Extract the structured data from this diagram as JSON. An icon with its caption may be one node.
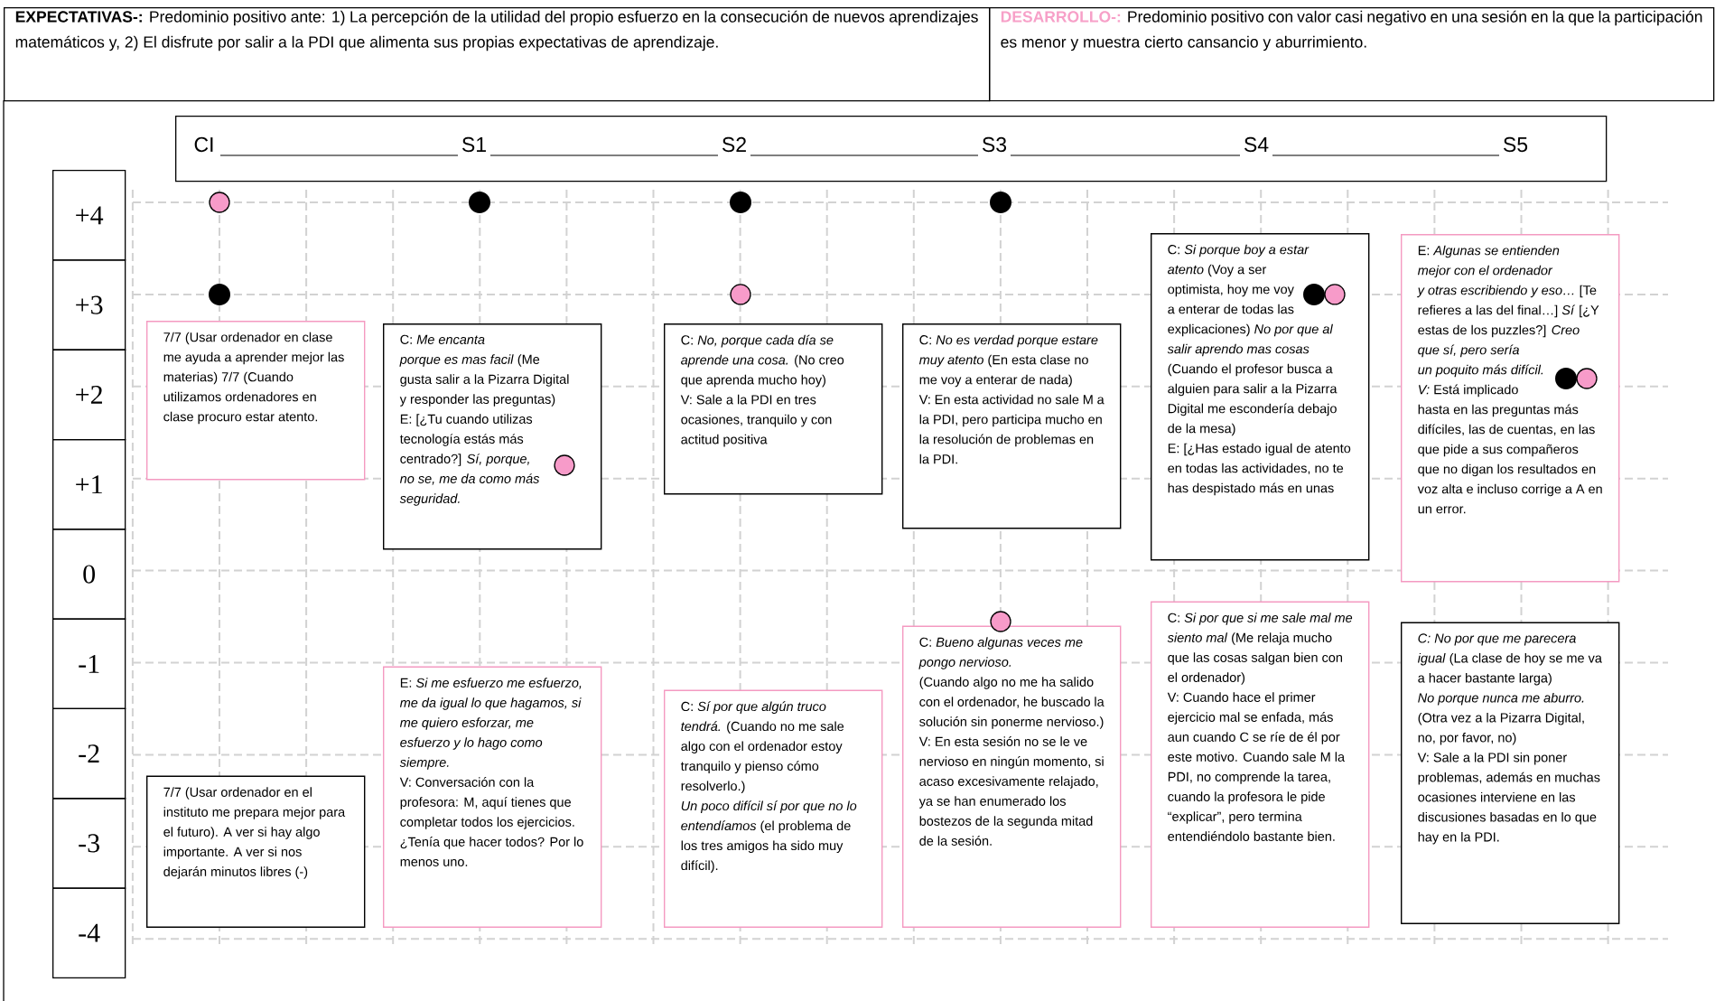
{
  "diagram": {
    "nodes": [
      {
        "text": [
          "EXPECTATIVAS-:",
          "Predominio positivo ante: 1) La percepción de la utilidad del propio esfuerzo en la consecución de nuevos aprendizajes matemáticos y, 2) El disfrute por salir a la PDI que alimenta sus propias expectativas de aprendizaje."
        ]
      },
      {
        "text": [
          "DESARROLLO-:",
          "Predominio positivo con valor casi negativo en una sesión en la que la participación es menor y muestra cierto cansancio y aburrimiento."
        ]
      },
      {
        "text": [
          "CI",
          "S1",
          "S2",
          "S3",
          "S4",
          "S5"
        ]
      },
      {
        "text": [
          "7/7 (Usar ordenador en clase me ayuda a aprender mejor las materias) 7/7 (Cuando utilizamos ordenadores en clase procuro estar atento."
        ]
      },
      {
        "text": [
          "C: *Me encanta porque es mas facil* (Me gusta salir a la Pizarra Digital y responder las preguntas)",
          "E: [¿Tu cuando utilizas tecnología estás más centrado?] *Sí, porque, no se, me da como más seguridad.*"
        ]
      },
      {
        "text": [
          "C: *No, porque cada día se aprende una cosa.* (No creo que aprenda mucho hoy)",
          "V: Sale a la PDI en tres ocasiones, tranquilo y con actitud positiva"
        ]
      },
      {
        "text": [
          "C: *No es verdad porque estare muy atento* (En esta clase no me voy a enterar de nada)",
          "V: En esta actividad no sale M a la PDI, pero participa mucho en la resolución de problemas en la PDI."
        ]
      },
      {
        "text": [
          "C: *Si porque boy a estar atento* (Voy a ser optimista, hoy me voy a enterar de todas las explicaciones) *No por que al salir aprendo mas cosas* (Cuando el profesor busca a alguien para salir a la Pizarra Digital me escondería debajo de la mesa)",
          "E: [¿Has estado igual de atento en todas las actividades, no te has despistado más en unas"
        ]
      },
      {
        "text": [
          "E: *Algunas se entienden mejor con el ordenador y otras escribiendo y eso…* [Te refieres a las del final…] *Sí* [¿Y estas de los puzzles?] *Creo que sí, pero sería un poquito más difícil.*",
          "*V:* Está implicado hasta en las preguntas más difíciles, las de cuentas, en las que pide a sus compañeros que no digan los resultados en voz alta e incluso corrige a A en un error."
        ]
      },
      {
        "text": [
          "7/7 (Usar ordenador en el instituto me prepara mejor para el futuro). A ver si hay algo importante. A ver si nos dejarán minutos libres (-)"
        ]
      },
      {
        "text": [
          "E: *Si me esfuerzo me esfuerzo, me da igual lo que hagamos, si me quiero esforzar, me esfuerzo y lo hago como siempre.*",
          "V: Conversación con la profesora: M, aquí tienes que completar todos los ejercicios. ¿Tenía que hacer todos? Por lo menos uno."
        ]
      },
      {
        "text": [
          "C: *Sí por que algún truco tendrá.* (Cuando no me sale algo con el ordenador estoy tranquilo y pienso cómo resolverlo.)",
          "*Un poco difícil sí por que no lo entendíamos* (el problema de los tres amigos ha sido muy difícil)."
        ]
      },
      {
        "text": [
          "C: *Bueno algunas veces me pongo nervioso.*",
          "(Cuando algo no me ha salido con el ordenador, he buscado la solución sin ponerme nervioso.)",
          "V: En esta sesión no se le ve nervioso en ningún momento, si acaso excesivamente relajado, ya se han enumerado los bostezos de la segunda mitad de la sesión."
        ]
      },
      {
        "text": [
          "C: *Si por que si me sale mal me siento mal* (Me relaja mucho que las cosas salgan bien con el ordenador)",
          "V: Cuando hace el primer ejercicio mal se enfada, más aun cuando C se ríe de él por este motivo. Cuando sale M la PDI, no comprende la tarea, cuando la profesora le pide “explicar”, pero termina entendiéndolo bastante bien."
        ]
      },
      {
        "text": [
          "*C: No por que me parecera igual* (La clase de hoy se me va a hacer bastante larga)",
          "*No porque nunca me aburro.* (Otra vez a la Pizarra Digital, no, por favor, no)",
          "V: Sale a la PDI sin poner problemas, además en muchas ocasiones interviene en las discusiones basadas en lo que hay en la PDI."
        ]
      }
    ],
    "labels": [
      "+4",
      "+3",
      "+2",
      "+1",
      "0",
      "-1",
      "-2",
      "-3",
      "-4"
    ]
  }
}
